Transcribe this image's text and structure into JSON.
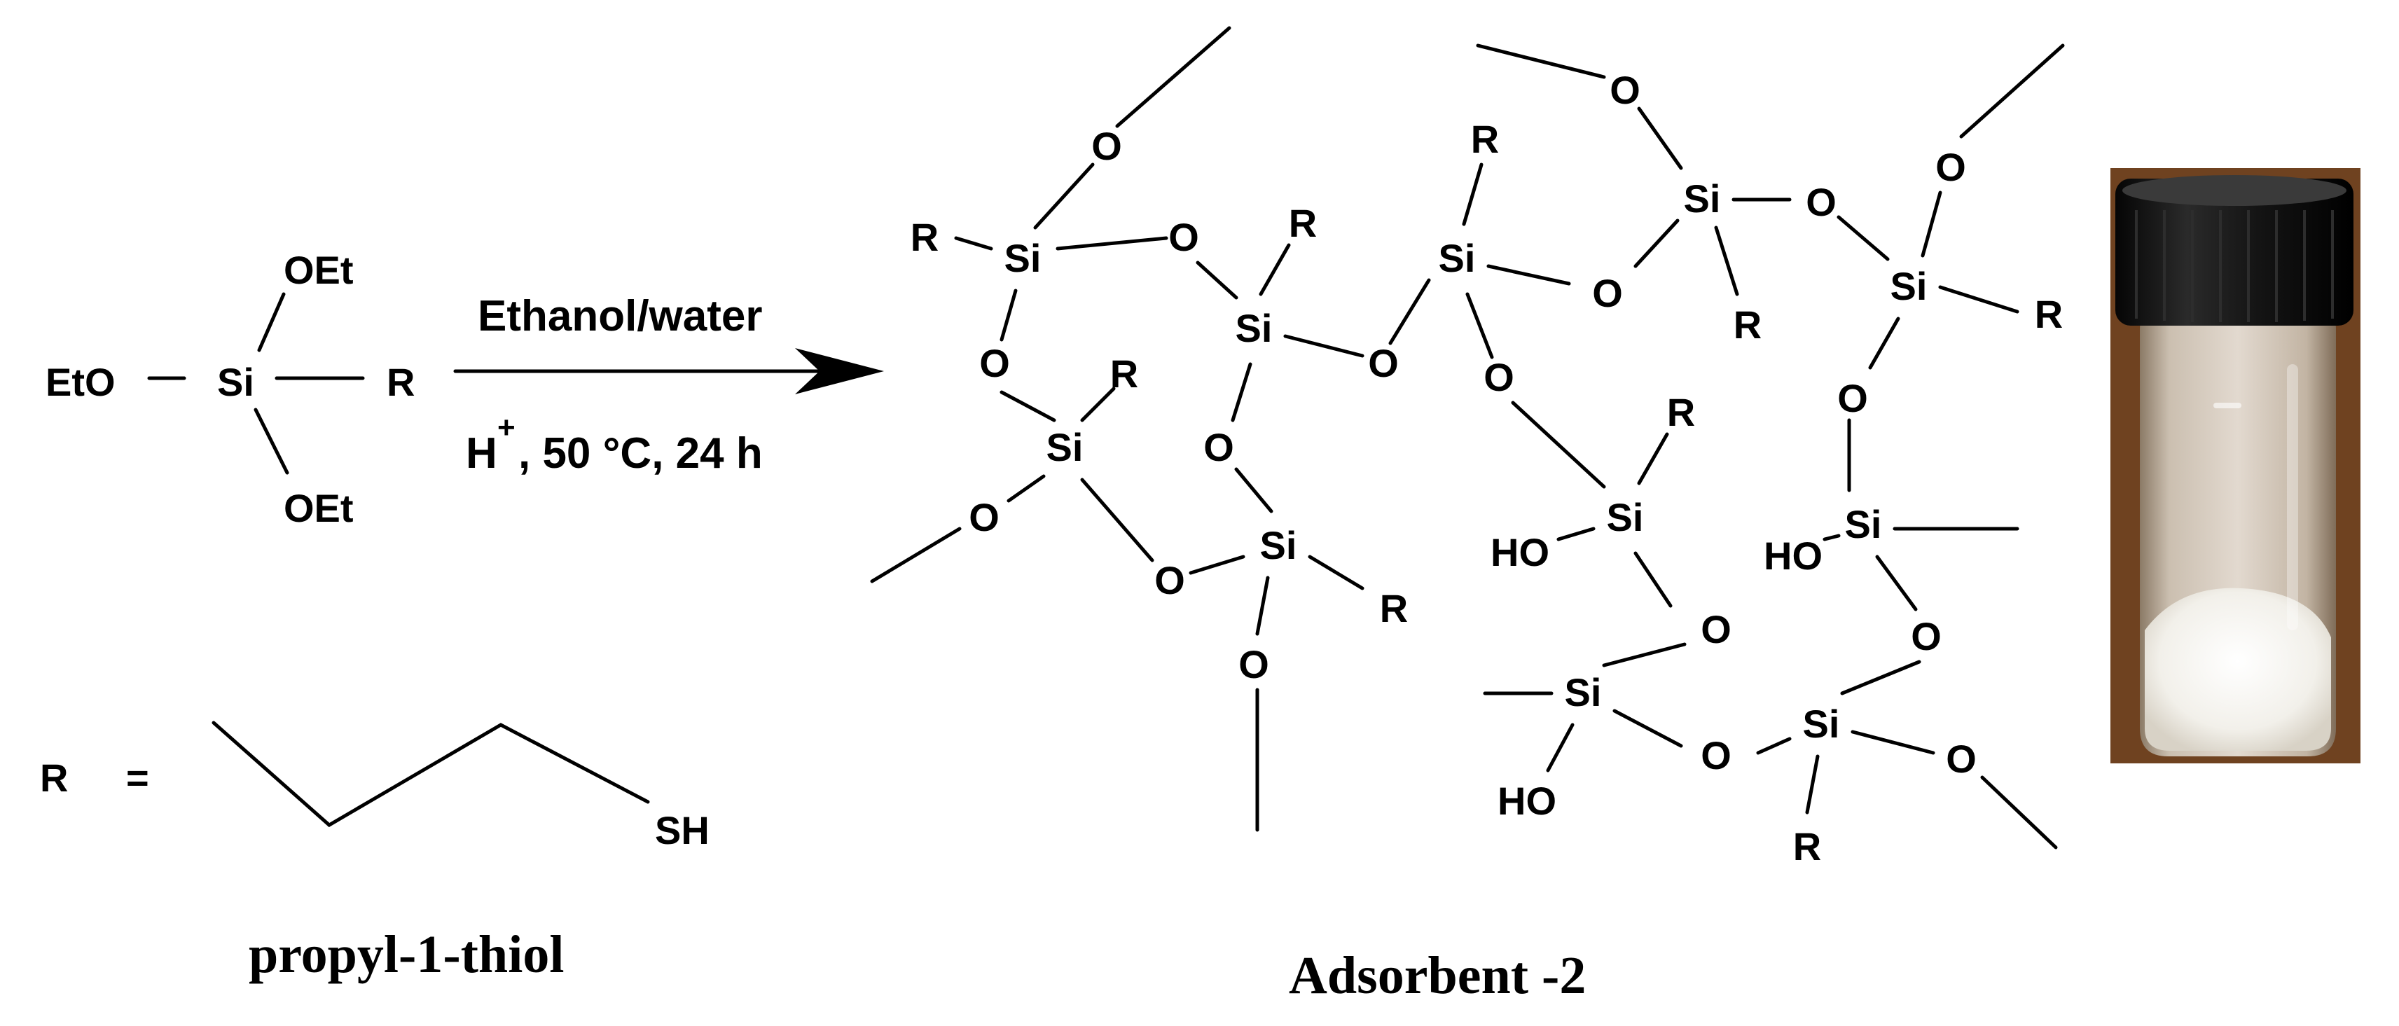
{
  "reactant": {
    "oet_top": "OEt",
    "eto_left": "EtO",
    "si": "Si",
    "r": "R",
    "oet_bottom": "OEt"
  },
  "conditions": {
    "above": "Ethanol/water",
    "below_prefix": "H",
    "below_superscript": "+",
    "below_rest": ", 50 °C, 24 h"
  },
  "r_definition": {
    "r": "R",
    "equals": "=",
    "sh": "SH",
    "caption": "propyl-1-thiol"
  },
  "product": {
    "caption": "Adsorbent -2",
    "labels": {
      "si": "Si",
      "o": "O",
      "r": "R",
      "ho": "HO"
    }
  },
  "photo": {
    "cap_color": "#141414",
    "glass_color": "#cbbfb0",
    "powder_color": "#f2f0ea",
    "background_color": "#7a4a26"
  }
}
